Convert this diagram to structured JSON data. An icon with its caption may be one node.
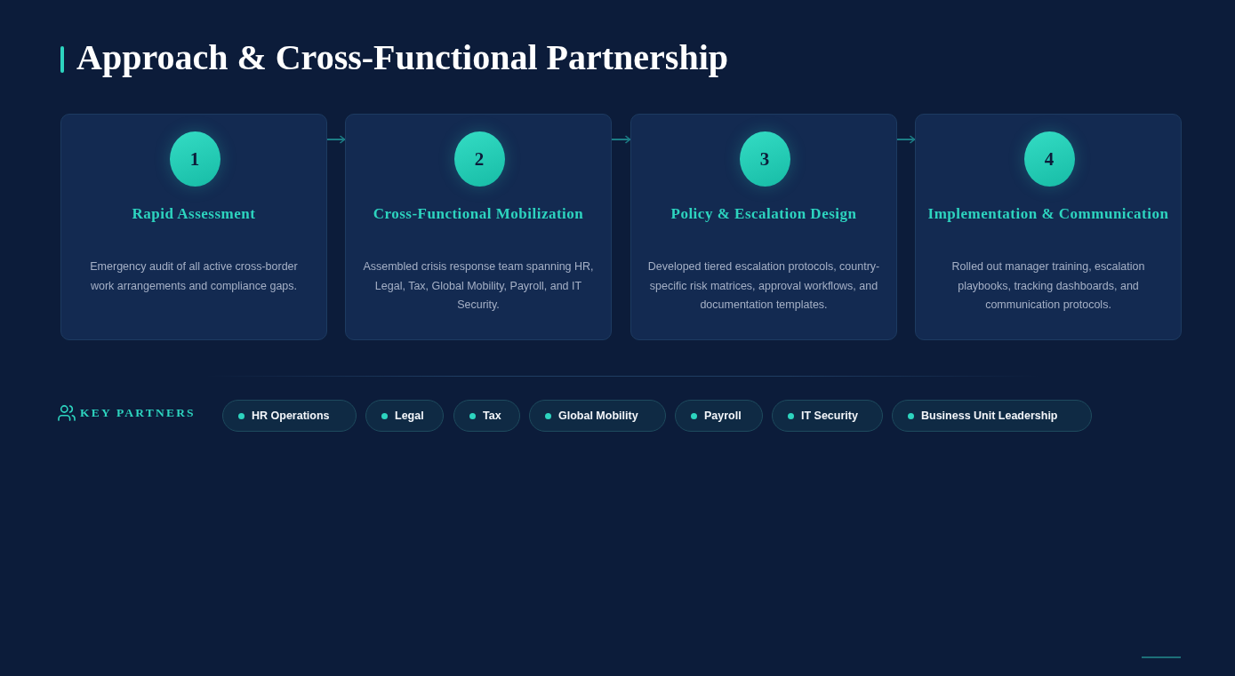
{
  "diagram": {
    "title": "Approach & Cross-Functional Partnership",
    "nodes": [
      {
        "text": [
          "Rapid Assessment",
          "Emergency audit of all active cross-border work arrangements and compliance gaps."
        ]
      },
      {
        "text": [
          "1"
        ],
        "in": 0
      },
      {
        "text": [
          "Cross-Functional Mobilization",
          "Assembled crisis response team spanning HR, Legal, Tax, Global Mobility, Payroll, and IT Security."
        ]
      },
      {
        "text": [
          "2"
        ],
        "in": 2
      },
      {
        "text": [
          "Policy & Escalation Design",
          "Developed tiered escalation protocols, country-specific risk matrices, approval workflows, and documentation templates."
        ]
      },
      {
        "text": [
          "3"
        ],
        "in": 4
      },
      {
        "text": [
          "Implementation & Communication",
          "Rolled out manager training, escalation playbooks, tracking dashboards, and communication protocols."
        ]
      },
      {
        "text": [
          "4"
        ],
        "in": 6
      },
      {
        "text": [
          "HR Operations"
        ]
      },
      {
        "text": [
          "Legal"
        ]
      },
      {
        "text": [
          "Tax"
        ]
      },
      {
        "text": [
          "Global Mobility"
        ]
      },
      {
        "text": [
          "Payroll"
        ]
      },
      {
        "text": [
          "IT Security"
        ]
      },
      {
        "text": [
          "Business Unit Leadership"
        ]
      }
    ],
    "edges": [
      {
        "from": 0,
        "to": 2,
        "arrow": "to"
      },
      {
        "from": 2,
        "to": 4,
        "arrow": "to"
      },
      {
        "from": 4,
        "to": 6,
        "arrow": "to"
      }
    ],
    "labels": [
      "KEY PARTNERS"
    ]
  }
}
